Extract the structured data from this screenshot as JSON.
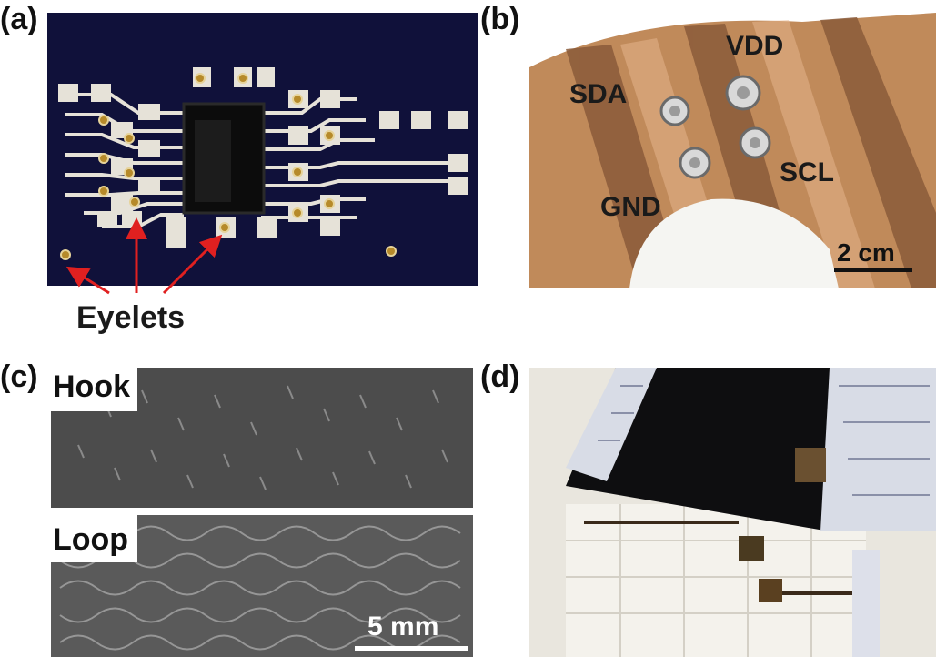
{
  "panels": {
    "a": {
      "label": "(a)",
      "annotation": "Eyelets"
    },
    "b": {
      "label": "(b)",
      "pins": {
        "vdd": "VDD",
        "sda": "SDA",
        "scl": "SCL",
        "gnd": "GND"
      },
      "scale": "2 cm"
    },
    "c": {
      "label": "(c)",
      "hook": "Hook",
      "loop": "Loop",
      "scale": "5 mm"
    },
    "d": {
      "label": "(d)"
    }
  },
  "colors": {
    "board": "#10113a",
    "trace": "#e6e2d8",
    "arrow": "#e02020",
    "fabric": "#c08a5a",
    "fabric_stripe": "#8a5a3a"
  }
}
